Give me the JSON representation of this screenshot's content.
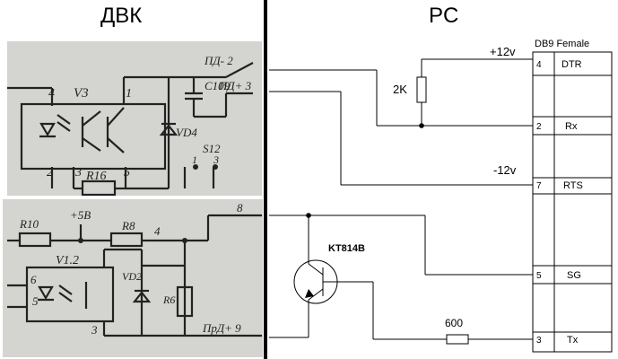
{
  "headers": {
    "left": "ДВК",
    "right": "PC"
  },
  "photo_top": {
    "chip": "V3",
    "pin_top_left": "4",
    "pin_top_right": "1",
    "pin_bot_left": "2",
    "pin_bot_mid": "3",
    "pin_bot_right": "5",
    "resistor": "R16",
    "cap": "C109",
    "diode": "VD4",
    "connector": "S12",
    "conn_pin1": "1",
    "conn_pin3": "3",
    "line1": "ПД- 2",
    "line2": "ПД+ 3"
  },
  "photo_bot": {
    "supply": "+5В",
    "r10": "R10",
    "r8": "R8",
    "node4": "4",
    "pin8": "8",
    "chip": "V1.2",
    "pin6": "6",
    "pin5": "5",
    "vd2": "VD2",
    "r6": "R6",
    "pin3": "3",
    "line": "ПрД+ 9"
  },
  "pc": {
    "connector_title": "DB9 Female",
    "plus12": "+12v",
    "minus12": "-12v",
    "r1": "2K",
    "r2": "600",
    "transistor": "KT814B",
    "pins": [
      {
        "num": "4",
        "name": "DTR"
      },
      {
        "num": "2",
        "name": "Rx"
      },
      {
        "num": "7",
        "name": "RTS"
      },
      {
        "num": "5",
        "name": "SG"
      },
      {
        "num": "3",
        "name": "Tx"
      }
    ]
  }
}
